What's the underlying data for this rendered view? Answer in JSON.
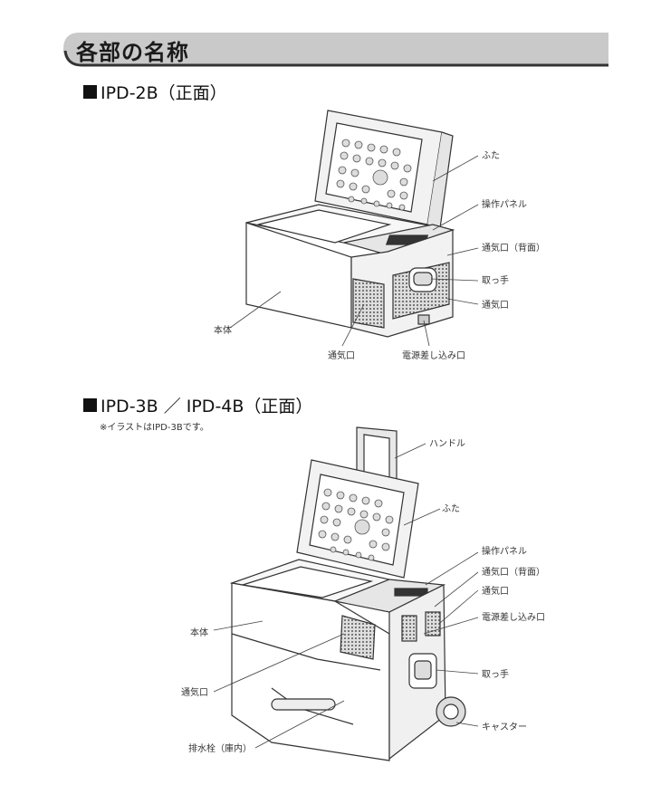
{
  "section_title": "各部の名称",
  "model1": {
    "heading": "IPD-2B（正面）",
    "labels": {
      "lid": "ふた",
      "panel": "操作パネル",
      "vent_back": "通気口（背面）",
      "handle": "取っ手",
      "vent_side": "通気口",
      "body": "本体",
      "vent_front": "通気口",
      "power": "電源差し込み口"
    }
  },
  "model2": {
    "heading": "IPD-3B ／ IPD-4B（正面）",
    "note": "※イラストはIPD-3Bです。",
    "labels": {
      "handle_bar": "ハンドル",
      "lid": "ふた",
      "panel": "操作パネル",
      "vent_back": "通気口（背面）",
      "vent_side": "通気口",
      "power": "電源差し込み口",
      "body": "本体",
      "grip": "取っ手",
      "vent_front": "通気口",
      "caster": "キャスター",
      "drain": "排水栓（庫内）"
    }
  }
}
